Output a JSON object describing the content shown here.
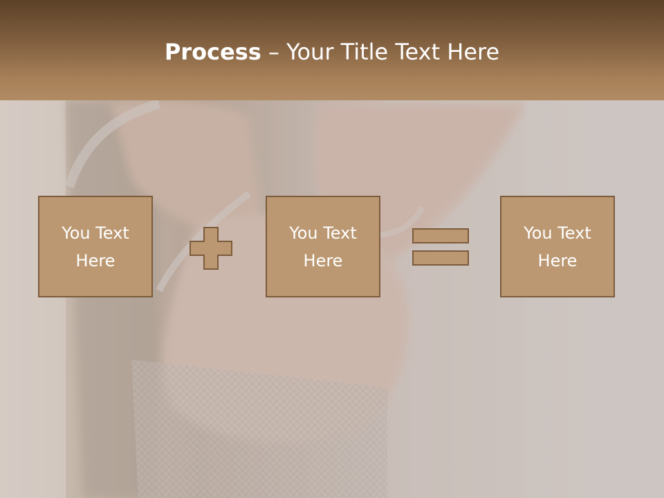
{
  "slide": {
    "title_bold": "Process",
    "title_rest": " – Your Title Text Here"
  },
  "boxes": [
    {
      "text": "You Text\nHere"
    },
    {
      "text": "You Text\nHere"
    },
    {
      "text": "You Text\nHere"
    }
  ],
  "operators": {
    "first": "plus-icon",
    "second": "equals-icon"
  },
  "colors": {
    "box_fill": "#bb9872",
    "box_border": "#7c5b3c",
    "header_top": "#5c4128",
    "header_bottom": "#b08b64",
    "text": "#ffffff"
  }
}
